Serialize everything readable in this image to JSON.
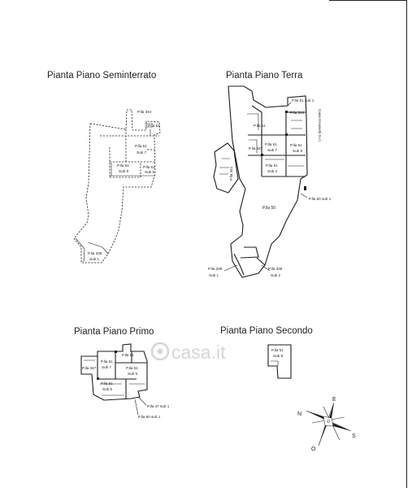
{
  "titles": {
    "seminterrato": "Pianta Piano Seminterrato",
    "terra": "Pianta Piano Terra",
    "primo": "Pianta Piano Primo",
    "secondo": "Pianta Piano Secondo"
  },
  "watermark": "casa.it",
  "seminterrato_labels": [
    "P.lla 344",
    "P.lla 51",
    "P.lla 51",
    "Sub 7",
    "P.lla 51",
    "Sub 8",
    "P.lla 51",
    "Sub 8",
    "P.lla 339",
    "Sub 1"
  ],
  "terra_labels": [
    "P.lla 51 sub 1",
    "P.lla 344",
    "P.lla 51",
    "P.lla 51",
    "Sub 7",
    "P.lla 51",
    "Sub 8",
    "P.lla 347",
    "P.lla 51",
    "Sub 4",
    "P.lla 341",
    "P.lla 50 sub 1",
    "P.lla 50",
    "P.lla 339",
    "Sub 1",
    "P.lla 339",
    "Sub 2",
    "Casa Grossetti S.r.l."
  ],
  "primo_labels": [
    "P.lla 51",
    "P.lla 51",
    "Sub 7",
    "P.lla 347",
    "P.lla 51",
    "Sub 5",
    "P.lla 51",
    "Sub 6",
    "P.lla 47 sub 1",
    "P.lla 50 sub 1"
  ],
  "secondo_labels": [
    "P.lla 51",
    "Sub 9"
  ],
  "compass": {
    "n": "N",
    "e": "E",
    "s": "S",
    "o": "O"
  }
}
